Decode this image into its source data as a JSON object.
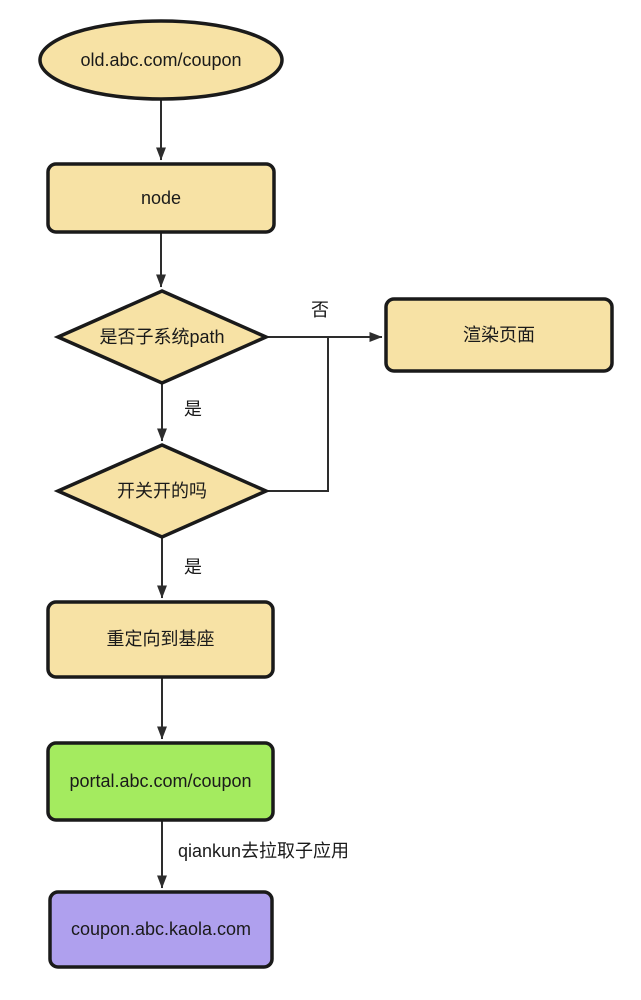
{
  "colors": {
    "shape_fill": "#F7E2A5",
    "portal_fill": "#A4EB5F",
    "coupon_fill": "#AFA0EE",
    "shape_border": "#1A1A1A",
    "connector": "#2D2D2D"
  },
  "nodes": {
    "start": {
      "label": "old.abc.com/coupon",
      "shape": "ellipse"
    },
    "node_server": {
      "label": "node",
      "shape": "rect"
    },
    "decision_subsystem_path": {
      "label": "是否子系统path",
      "shape": "diamond"
    },
    "render_page": {
      "label": "渲染页面",
      "shape": "rect"
    },
    "decision_switch_on": {
      "label": "开关开的吗",
      "shape": "diamond"
    },
    "redirect_to_base": {
      "label": "重定向到基座",
      "shape": "rect"
    },
    "portal": {
      "label": "portal.abc.com/coupon",
      "shape": "rect"
    },
    "coupon_app": {
      "label": "coupon.abc.kaola.com",
      "shape": "rect"
    }
  },
  "edge_labels": {
    "no": "否",
    "yes_1": "是",
    "yes_2": "是",
    "qiankun": "qiankun去拉取子应用"
  }
}
